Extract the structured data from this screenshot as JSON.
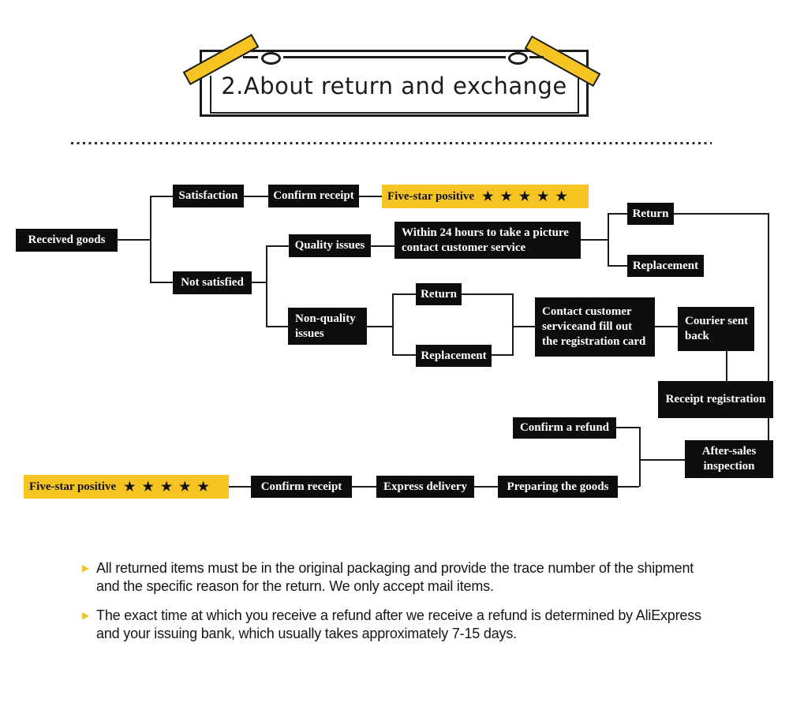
{
  "banner": {
    "title": "2.About return and exchange"
  },
  "flow": {
    "received_goods": "Received goods",
    "satisfaction": "Satisfaction",
    "confirm_receipt_top": "Confirm receipt",
    "five_star_top": {
      "label": "Five-star positive",
      "stars": "★★★★★"
    },
    "quality_issues": "Quality issues",
    "within_24_hours": [
      "Within 24 hours to take a picture",
      "contact customer service"
    ],
    "not_satisfied": "Not satisfied",
    "return_quality": "Return",
    "replacement_quality": "Replacement",
    "non_quality_issues": [
      "Non-quality",
      "issues"
    ],
    "return_nonquality": "Return",
    "replacement_nonquality": "Replacement",
    "contact_customer": [
      "Contact customer",
      "serviceand fill out",
      "the registration card"
    ],
    "courier_sent_back": [
      "Courier sent",
      "back"
    ],
    "receipt_registration": "Receipt registration",
    "after_sales_inspection": [
      "After-sales",
      "inspection"
    ],
    "confirm_refund": "Confirm a refund",
    "preparing_goods": "Preparing the goods",
    "express_delivery": "Express delivery",
    "confirm_receipt_bottom": "Confirm receipt",
    "five_star_bottom": {
      "label": "Five-star positive",
      "stars": "★★★★★"
    }
  },
  "notes": {
    "item1": "All returned items must be in the original packaging and provide the trace number of the shipment and the specific reason for the return. We only accept mail items.",
    "item2": "The exact time at which you receive a refund after we receive a refund is determined by AliExpress and your issuing bank, which usually takes approximately 7-15 days."
  },
  "colors": {
    "accent_yellow": "#F5C422",
    "node_black": "#0D0D0D"
  }
}
